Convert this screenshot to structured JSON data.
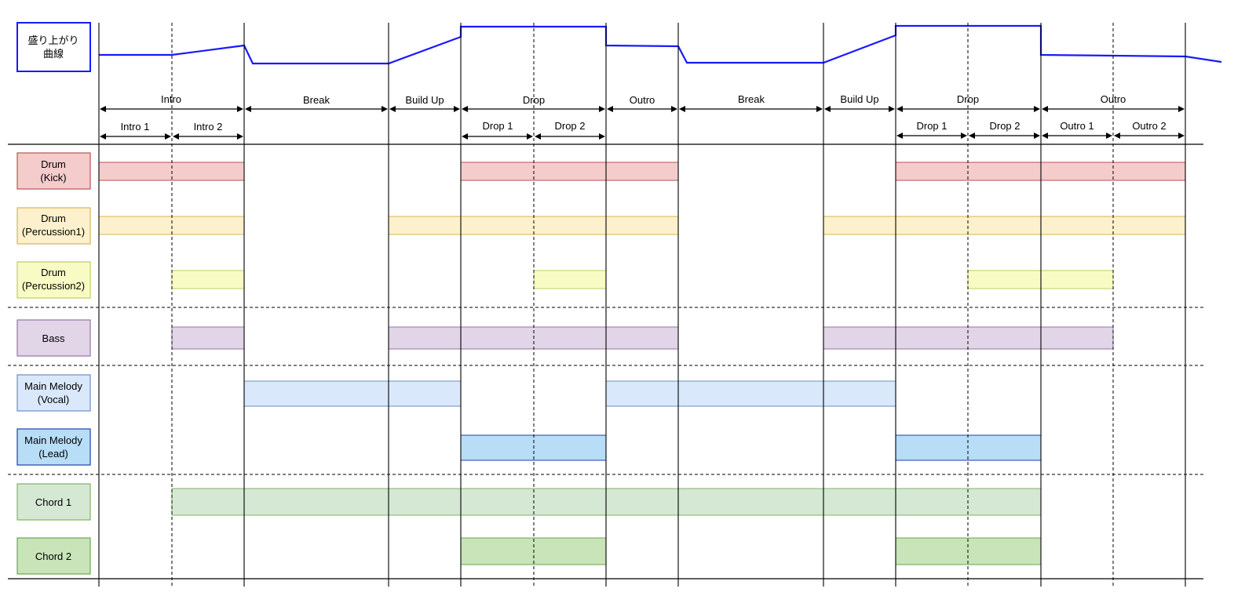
{
  "curve_title": [
    "盛り上がり",
    "曲線"
  ],
  "sections": [
    {
      "label": "Intro",
      "subs": [
        "Intro 1",
        "Intro 2"
      ]
    },
    {
      "label": "Break",
      "subs": []
    },
    {
      "label": "Build Up",
      "subs": []
    },
    {
      "label": "Drop",
      "subs": [
        "Drop 1",
        "Drop 2"
      ]
    },
    {
      "label": "Outro",
      "subs": []
    },
    {
      "label": "Break",
      "subs": []
    },
    {
      "label": "Build Up",
      "subs": []
    },
    {
      "label": "Drop",
      "subs": [
        "Drop 1",
        "Drop 2"
      ]
    },
    {
      "label": "Outro",
      "subs": [
        "Outro 1",
        "Outro 2"
      ]
    }
  ],
  "tracks": [
    {
      "lines": [
        "Drum",
        "(Kick)"
      ],
      "fill": "#f4cccc",
      "stroke": "#b85450",
      "active": [
        "Intro 1",
        "Intro 2",
        "Drop 1 (1st)",
        "Drop 2 (1st)",
        "Outro (1st)",
        "Drop 1 (2nd)",
        "Drop 2 (2nd)",
        "Outro 1",
        "Outro 2"
      ]
    },
    {
      "lines": [
        "Drum",
        "(Percussion1)"
      ],
      "fill": "#fdf0cc",
      "stroke": "#d6b656",
      "active": [
        "Intro 1",
        "Intro 2",
        "Build Up (1st)",
        "Drop 1 (1st)",
        "Drop 2 (1st)",
        "Outro (1st)",
        "Build Up (2nd)",
        "Drop 1 (2nd)",
        "Drop 2 (2nd)",
        "Outro 1",
        "Outro 2"
      ]
    },
    {
      "lines": [
        "Drum",
        "(Percussion2)"
      ],
      "fill": "#f8fcc4",
      "stroke": "#c0cc60",
      "active": [
        "Intro 2",
        "Drop 2 (1st)",
        "Drop 2 (2nd)",
        "Outro 1"
      ]
    },
    {
      "lines": [
        "Bass"
      ],
      "fill": "#e1d5e7",
      "stroke": "#9673a6",
      "active": [
        "Intro 2",
        "Build Up (1st)",
        "Drop 1 (1st)",
        "Drop 2 (1st)",
        "Outro (1st)",
        "Build Up (2nd)",
        "Drop 1 (2nd)",
        "Drop 2 (2nd)",
        "Outro 1"
      ]
    },
    {
      "lines": [
        "Main Melody",
        "(Vocal)"
      ],
      "fill": "#dae8fc",
      "stroke": "#6c8ebf",
      "active": [
        "Break (1st)",
        "Build Up (1st)",
        "Outro (1st)",
        "Break (2nd)",
        "Build Up (2nd)"
      ]
    },
    {
      "lines": [
        "Main Melody",
        "(Lead)"
      ],
      "fill": "#b7ddf7",
      "stroke": "#1f3fb0",
      "active": [
        "Drop 1 (1st)",
        "Drop 2 (1st)",
        "Drop 1 (2nd)",
        "Drop 2 (2nd)"
      ]
    },
    {
      "lines": [
        "Chord 1"
      ],
      "fill": "#d5e8d4",
      "stroke": "#82b366",
      "active": [
        "Intro 2",
        "Break (1st)",
        "Build Up (1st)",
        "Drop 1 (1st)",
        "Drop 2 (1st)",
        "Outro (1st)",
        "Break (2nd)",
        "Build Up (2nd)",
        "Drop 1 (2nd)",
        "Drop 2 (2nd)"
      ]
    },
    {
      "lines": [
        "Chord 2"
      ],
      "fill": "#c8e4b8",
      "stroke": "#6aa84f",
      "active": [
        "Drop 1 (1st)",
        "Drop 2 (1st)",
        "Drop 1 (2nd)",
        "Drop 2 (2nd)"
      ]
    }
  ],
  "colors": {
    "curve": "#1a1aff",
    "grid": "#000000"
  }
}
